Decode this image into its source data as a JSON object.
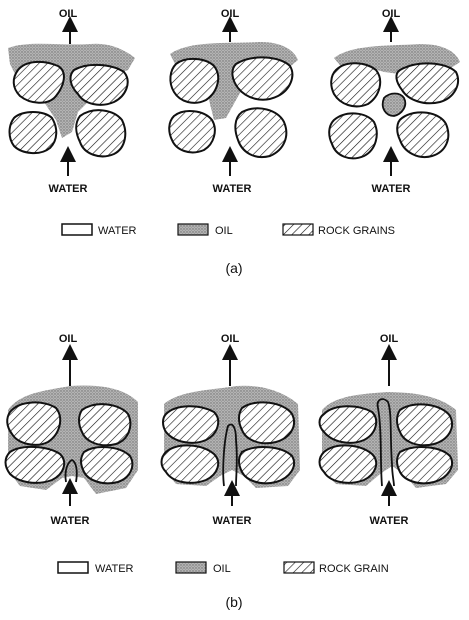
{
  "part_a": {
    "panel_labels": {
      "top": "OIL",
      "bottom": "WATER"
    },
    "legend": {
      "water": "WATER",
      "oil": "OIL",
      "rock": "ROCK GRAINS"
    },
    "caption": "(a)"
  },
  "part_b": {
    "panel_labels": {
      "top": "OIL",
      "bottom": "WATER"
    },
    "legend": {
      "water": "WATER",
      "oil": "OIL",
      "rock": "ROCK GRAIN"
    },
    "caption": "(b)"
  },
  "colors": {
    "ink": "#111111",
    "oil": "#9a9a9a",
    "background": "#ffffff"
  }
}
